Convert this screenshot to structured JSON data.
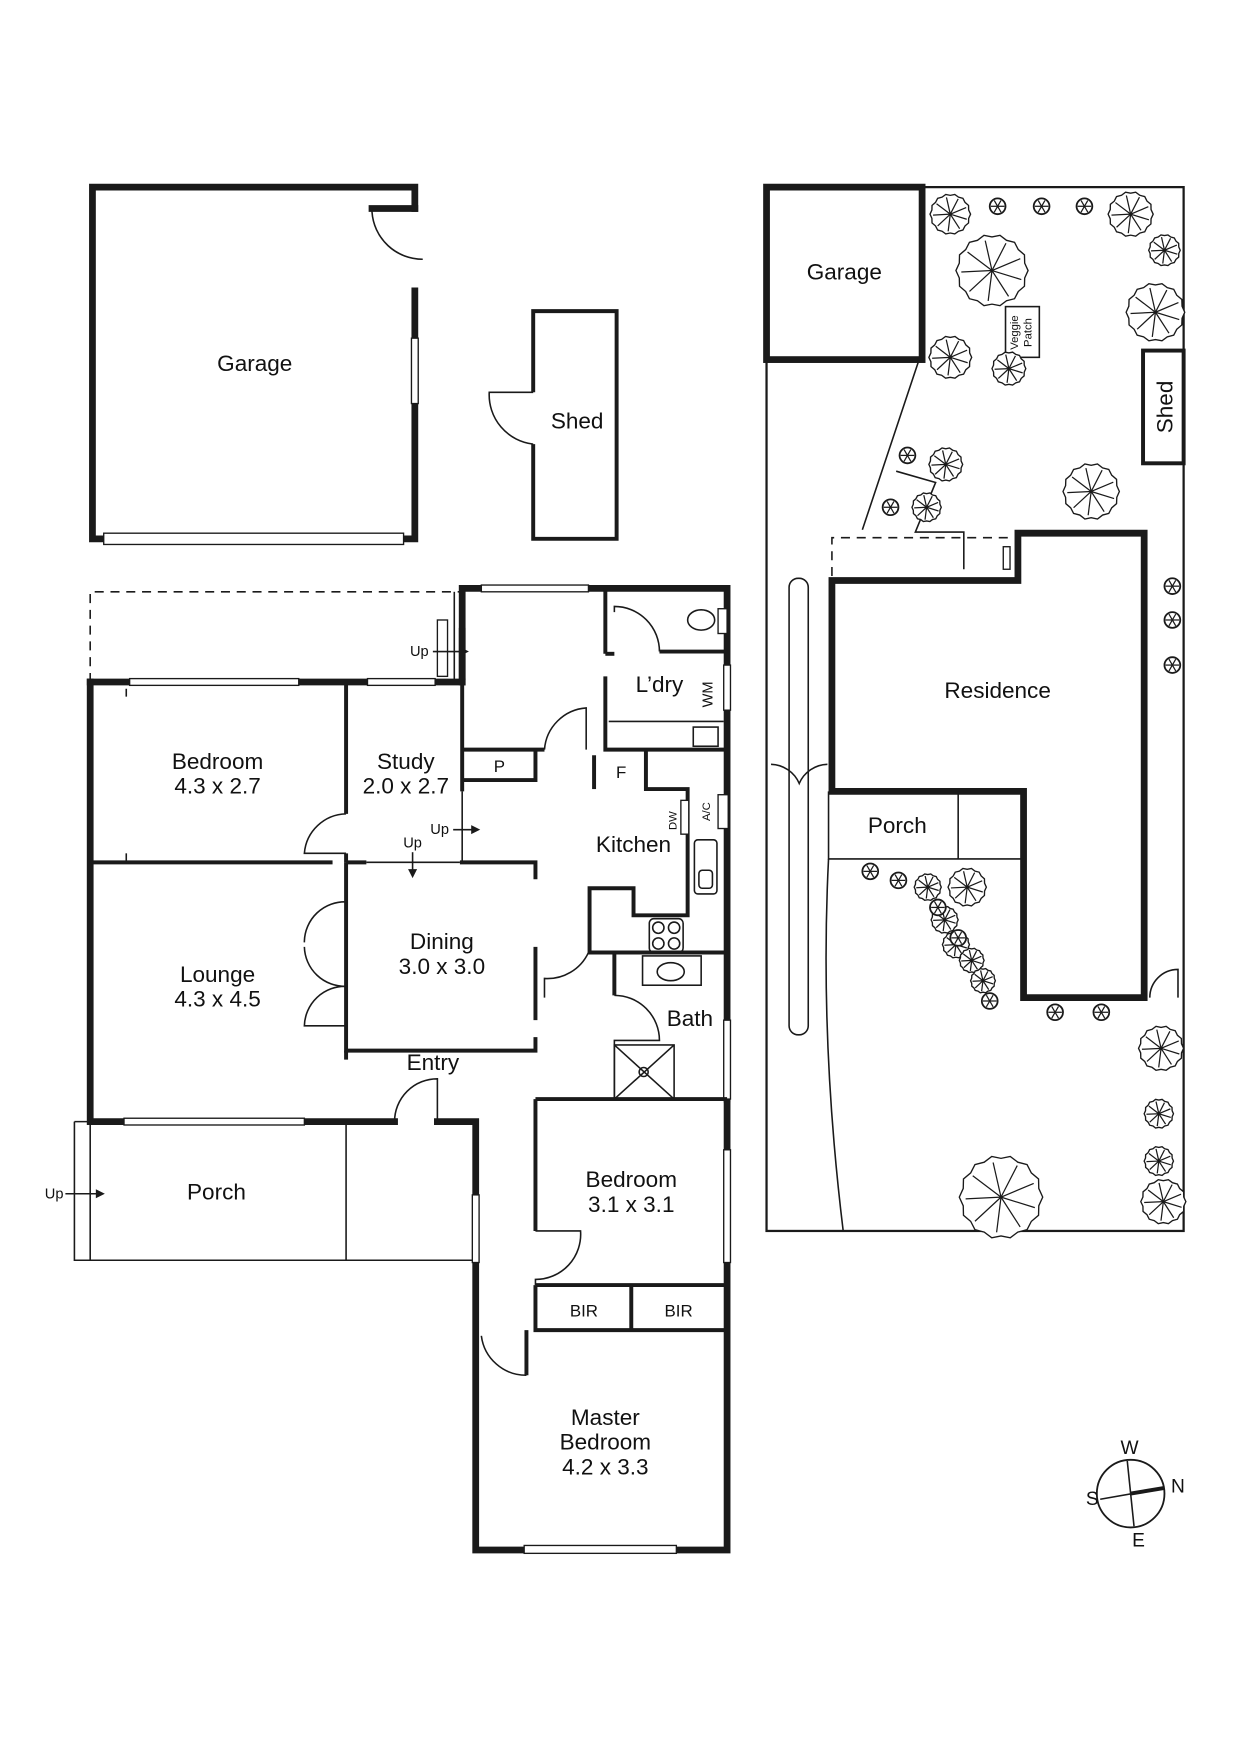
{
  "floor_plan": {
    "outbuildings": {
      "garage": {
        "name": "Garage"
      },
      "shed": {
        "name": "Shed"
      }
    },
    "rooms": [
      {
        "id": "bedroom-2",
        "name": "Bedroom",
        "dims": "4.3 x 2.7"
      },
      {
        "id": "study",
        "name": "Study",
        "dims": "2.0 x 2.7"
      },
      {
        "id": "laundry",
        "name": "L’dry"
      },
      {
        "id": "kitchen",
        "name": "Kitchen"
      },
      {
        "id": "lounge",
        "name": "Lounge",
        "dims": "4.3 x 4.5"
      },
      {
        "id": "dining",
        "name": "Dining",
        "dims": "3.0 x 3.0"
      },
      {
        "id": "bath",
        "name": "Bath"
      },
      {
        "id": "entry",
        "name": "Entry"
      },
      {
        "id": "porch",
        "name": "Porch"
      },
      {
        "id": "bedroom-3",
        "name": "Bedroom",
        "dims": "3.1 x 3.1"
      },
      {
        "id": "master-bedroom",
        "name": "Master Bedroom",
        "name_line1": "Master",
        "name_line2": "Bedroom",
        "dims": "4.2 x 3.3"
      }
    ],
    "fixtures": {
      "pantry": "P",
      "fridge": "F",
      "dishwasher": "DW",
      "air_conditioner": "A/C",
      "washing_machine": "WM",
      "bir_1": "BIR",
      "bir_2": "BIR"
    },
    "step_labels": {
      "rear_deck_up": "Up",
      "study_up": "Up",
      "hall_up": "Up",
      "porch_up": "Up"
    }
  },
  "site_plan": {
    "garage": "Garage",
    "shed": "Shed",
    "veggie_patch_line1": "Veggie",
    "veggie_patch_line2": "Patch",
    "residence": "Residence",
    "porch": "Porch"
  },
  "compass": {
    "north": "N",
    "south": "S",
    "east": "E",
    "west": "W"
  }
}
